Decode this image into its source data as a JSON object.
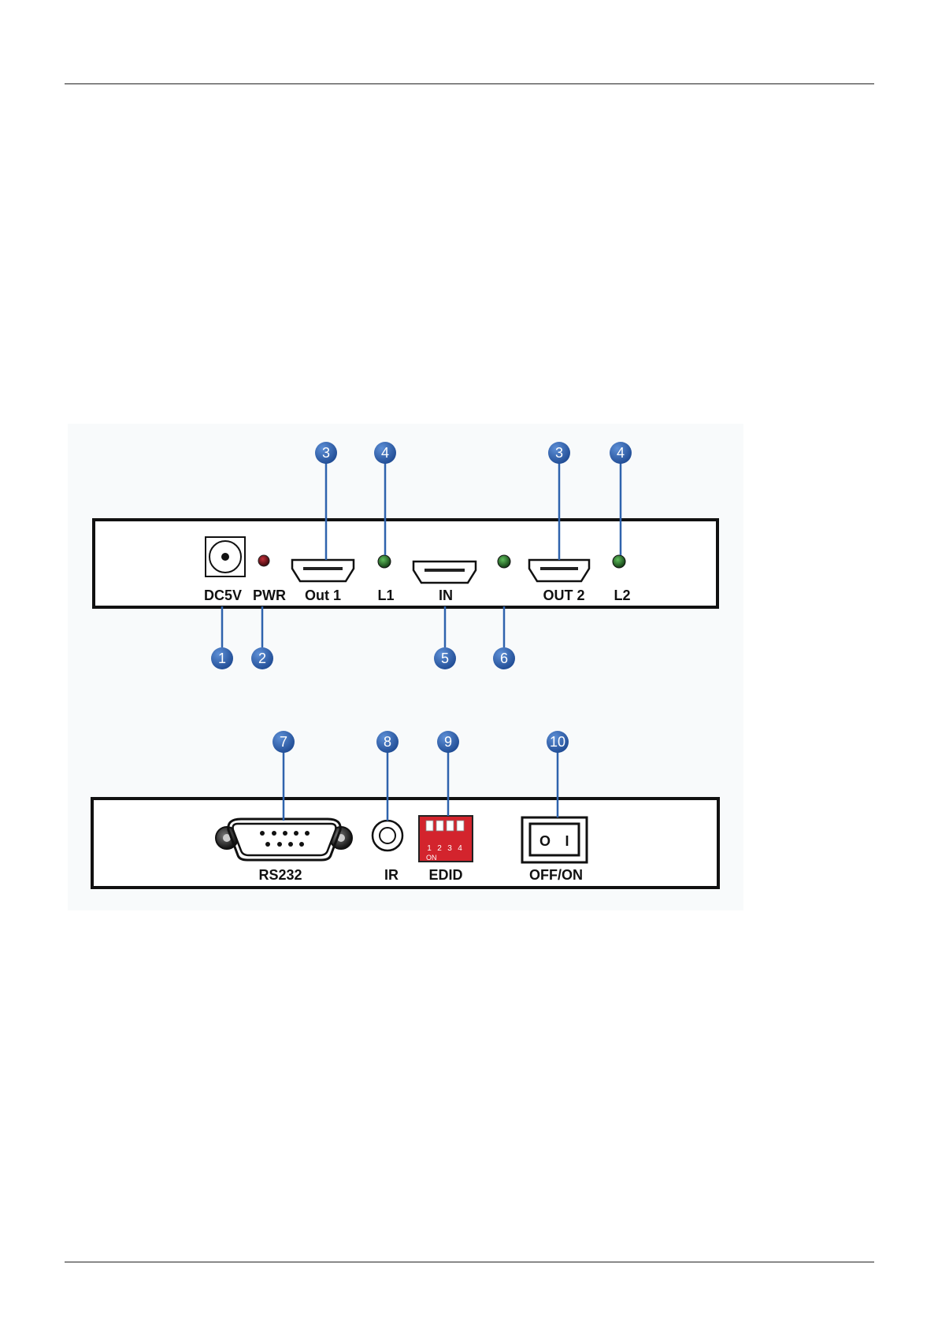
{
  "front_panel": {
    "labels": {
      "dc5v": "DC5V",
      "pwr": "PWR",
      "out1": "Out 1",
      "l1": "L1",
      "in": "IN",
      "out2": "OUT 2",
      "l2": "L2"
    },
    "callouts": [
      "1",
      "2",
      "3",
      "4",
      "5",
      "6",
      "3",
      "4"
    ]
  },
  "rear_panel": {
    "labels": {
      "rs232": "RS232",
      "ir": "IR",
      "edid": "EDID",
      "offon": "OFF/ON"
    },
    "dip_switch": {
      "numbers": [
        "1",
        "2",
        "3",
        "4"
      ],
      "on_text": "ON"
    },
    "rocker": {
      "off_symbol": "O",
      "on_symbol": "I"
    },
    "callouts": [
      "7",
      "8",
      "9",
      "10"
    ]
  },
  "colors": {
    "callout_blue": "#2f63ad",
    "led_green": "#1f6b22",
    "led_red": "#7a1016",
    "dip_red": "#d3242d"
  }
}
